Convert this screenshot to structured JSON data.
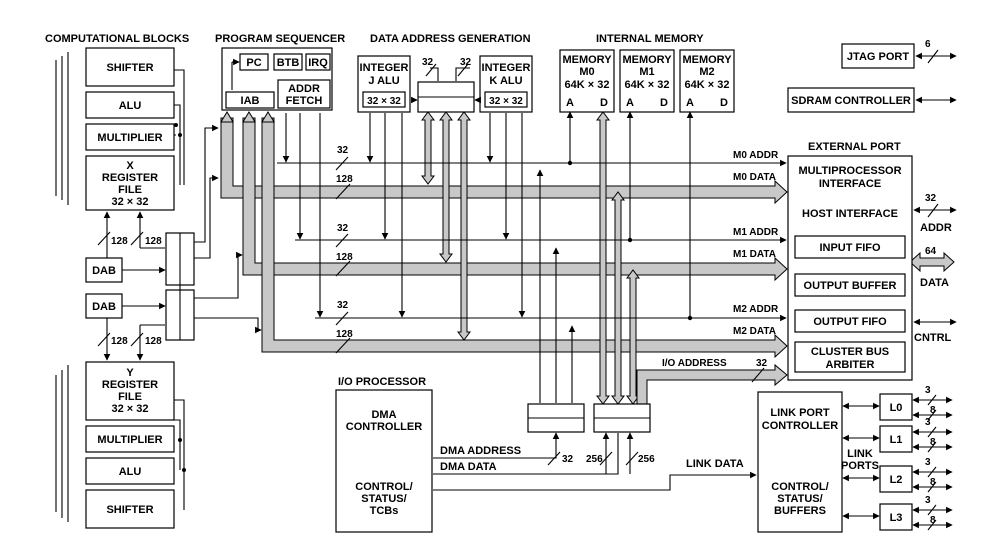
{
  "sections": {
    "computational_blocks": "COMPUTATIONAL BLOCKS",
    "program_sequencer": "PROGRAM SEQUENCER",
    "data_address_generation": "DATA ADDRESS GENERATION",
    "internal_memory": "INTERNAL MEMORY",
    "io_processor": "I/O PROCESSOR",
    "external_port": "EXTERNAL PORT"
  },
  "compute_x": {
    "shifter": "SHIFTER",
    "alu": "ALU",
    "multiplier": "MULTIPLIER",
    "regfile": [
      "X",
      "REGISTER",
      "FILE",
      "32 × 32"
    ]
  },
  "compute_y": {
    "shifter": "SHIFTER",
    "alu": "ALU",
    "multiplier": "MULTIPLIER",
    "regfile": [
      "Y",
      "REGISTER",
      "FILE",
      "32 × 32"
    ]
  },
  "dab_x": "DAB",
  "dab_y": "DAB",
  "bus_128": "128",
  "sequencer": {
    "pc": "PC",
    "btb": "BTB",
    "irq": "IRQ",
    "iab": "IAB",
    "addr_fetch": [
      "ADDR",
      "FETCH"
    ]
  },
  "dag": {
    "j_alu": [
      "INTEGER",
      "J ALU"
    ],
    "k_alu": [
      "INTEGER",
      "K ALU"
    ],
    "j_size": "32 × 32",
    "k_size": "32 × 32",
    "w32a": "32",
    "w32b": "32"
  },
  "memory": [
    {
      "name": "MEMORY",
      "bank": "M0",
      "size": "64K × 32",
      "a": "A",
      "d": "D"
    },
    {
      "name": "MEMORY",
      "bank": "M1",
      "size": "64K × 32",
      "a": "A",
      "d": "D"
    },
    {
      "name": "MEMORY",
      "bank": "M2",
      "size": "64K × 32",
      "a": "A",
      "d": "D"
    }
  ],
  "jtag": {
    "label": "JTAG PORT",
    "width": "6"
  },
  "sdram": "SDRAM CONTROLLER",
  "buses": {
    "m0_addr": "M0 ADDR",
    "m0_data": "M0 DATA",
    "m1_addr": "M1 ADDR",
    "m1_data": "M1 DATA",
    "m2_addr": "M2 ADDR",
    "m2_data": "M2 DATA",
    "w32": "32",
    "w128": "128",
    "io_address": "I/O ADDRESS",
    "io_w32": "32"
  },
  "external": {
    "multiprocessor": [
      "MULTIPROCESSOR",
      "INTERFACE"
    ],
    "host": "HOST INTERFACE",
    "input_fifo": "INPUT FIFO",
    "output_buffer": "OUTPUT BUFFER",
    "output_fifo": "OUTPUT FIFO",
    "cluster_bus": [
      "CLUSTER BUS",
      "ARBITER"
    ],
    "addr": "ADDR",
    "addr_w": "32",
    "data": "DATA",
    "data_w": "64",
    "cntrl": "CNTRL"
  },
  "io": {
    "dma_controller": [
      "DMA",
      "CONTROLLER"
    ],
    "control": [
      "CONTROL/",
      "STATUS/",
      "TCBs"
    ],
    "dma_address": "DMA ADDRESS",
    "dma_data": "DMA DATA",
    "w32": "32",
    "w256a": "256",
    "w256b": "256"
  },
  "link": {
    "controller": [
      "LINK PORT",
      "CONTROLLER"
    ],
    "control": [
      "CONTROL/",
      "STATUS/",
      "BUFFERS"
    ],
    "link_data": "LINK DATA",
    "ports_label": [
      "LINK",
      "PORTS"
    ],
    "ports": [
      "L0",
      "L1",
      "L2",
      "L3"
    ],
    "w3": "3",
    "w8": "8"
  }
}
